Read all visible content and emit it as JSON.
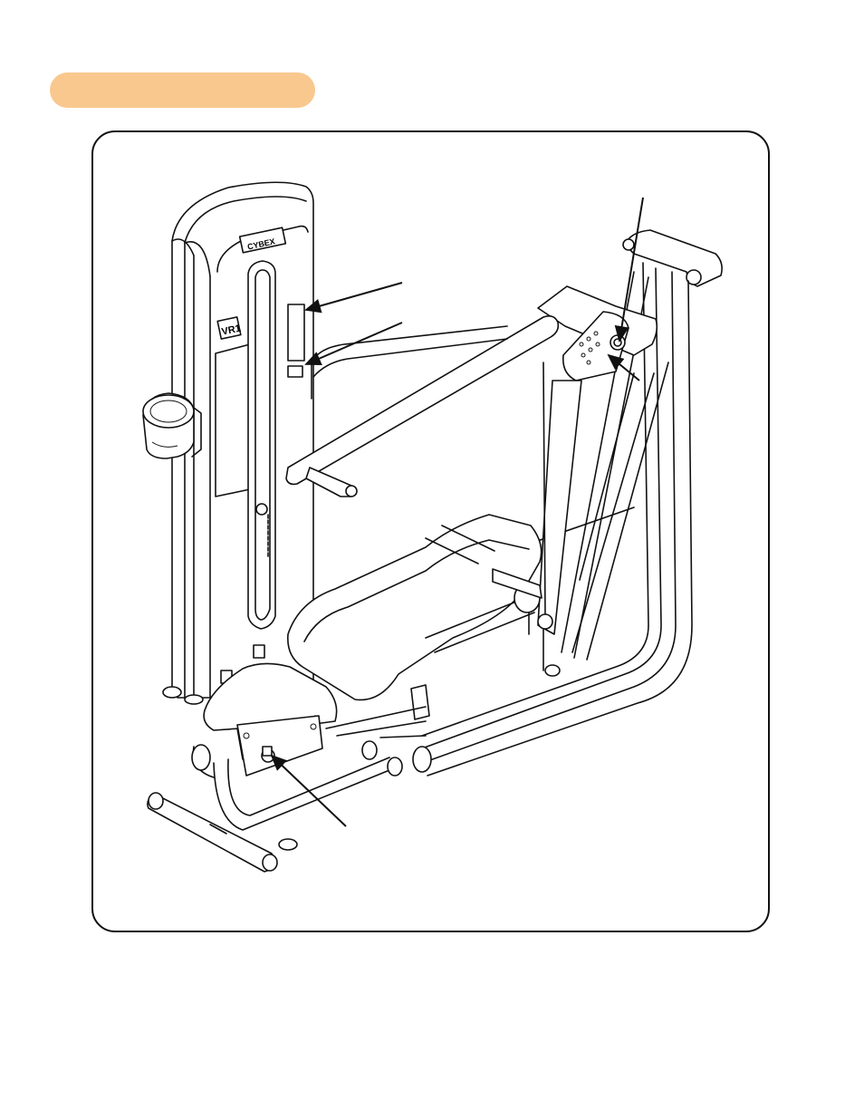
{
  "header": {
    "pill_color": "#F9C88E",
    "pill_label": ""
  },
  "figure": {
    "frame_color": "#111111",
    "machine_logo_text": "CYBEX",
    "machine_model_text": "VR1"
  },
  "callouts": [
    {
      "name": "callout-weight-stack-label",
      "label": ""
    },
    {
      "name": "callout-small-label",
      "label": ""
    },
    {
      "name": "callout-top-pivot-knob",
      "label": ""
    },
    {
      "name": "callout-adjustment-plate",
      "label": ""
    },
    {
      "name": "callout-seat-adjustment-pin",
      "label": ""
    }
  ]
}
